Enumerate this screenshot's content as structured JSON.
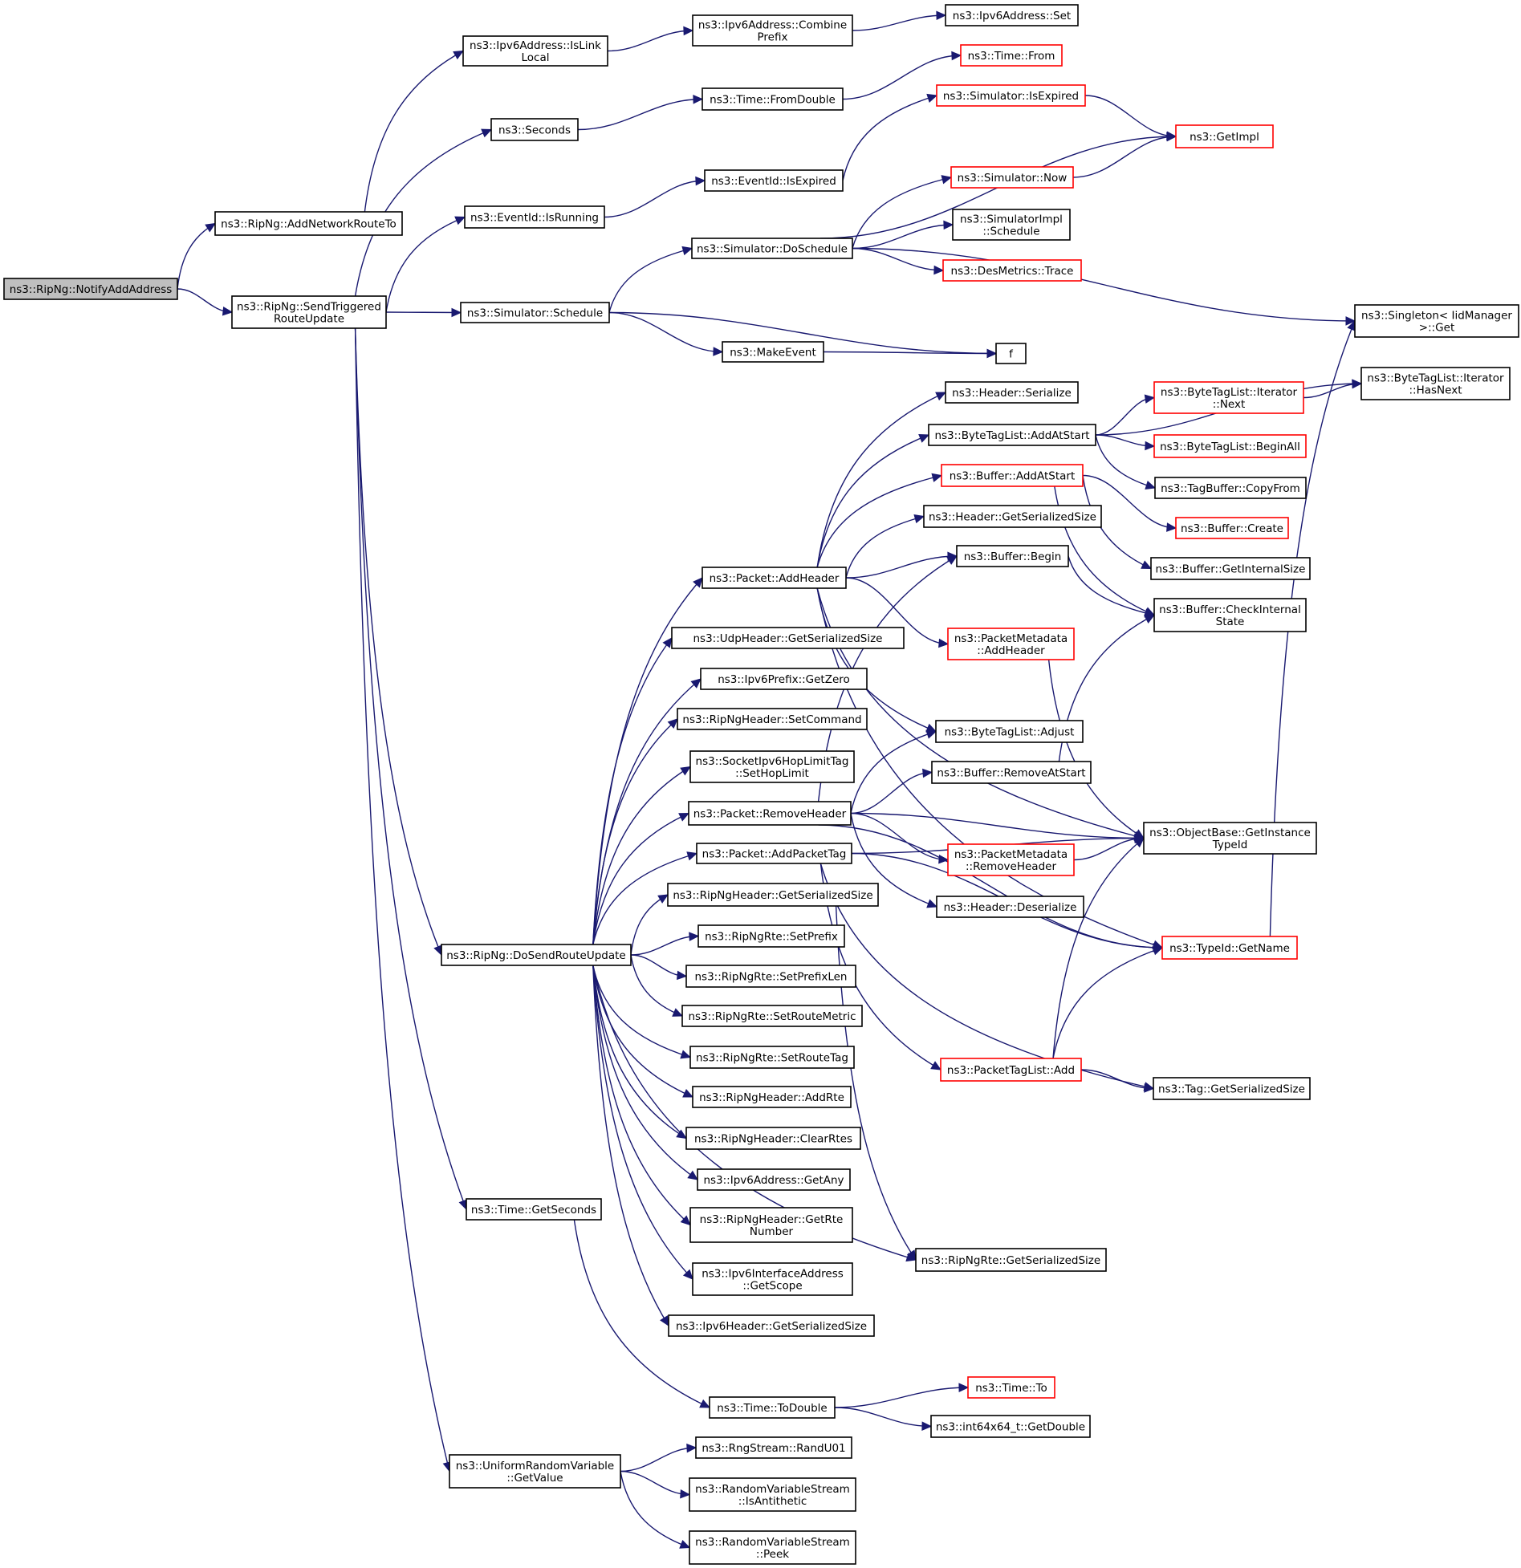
{
  "diagram": {
    "title": "Call graph for ns3::RipNg::NotifyAddAddress",
    "colors": {
      "edge": "#191970",
      "root_fill": "#bfbfbf",
      "node_fill": "#ffffff",
      "node_border": "#000000",
      "undocumented_border": "#ff0000"
    },
    "nodes": [
      {
        "id": "notify",
        "lines": [
          "ns3::RipNg::NotifyAddAddress"
        ],
        "style": "root"
      },
      {
        "id": "addnet",
        "lines": [
          "ns3::RipNg::AddNetworkRouteTo"
        ],
        "style": "normal"
      },
      {
        "id": "sendtrig",
        "lines": [
          "ns3::RipNg::SendTriggered",
          "RouteUpdate"
        ],
        "style": "normal"
      },
      {
        "id": "islinklocal",
        "lines": [
          "ns3::Ipv6Address::IsLink",
          "Local"
        ],
        "style": "normal"
      },
      {
        "id": "seconds",
        "lines": [
          "ns3::Seconds"
        ],
        "style": "normal"
      },
      {
        "id": "isrunning",
        "lines": [
          "ns3::EventId::IsRunning"
        ],
        "style": "normal"
      },
      {
        "id": "simschedule",
        "lines": [
          "ns3::Simulator::Schedule"
        ],
        "style": "normal"
      },
      {
        "id": "combine",
        "lines": [
          "ns3::Ipv6Address::Combine",
          "Prefix"
        ],
        "style": "normal"
      },
      {
        "id": "fromdouble",
        "lines": [
          "ns3::Time::FromDouble"
        ],
        "style": "normal"
      },
      {
        "id": "evexpired",
        "lines": [
          "ns3::EventId::IsExpired"
        ],
        "style": "normal"
      },
      {
        "id": "doschedule",
        "lines": [
          "ns3::Simulator::DoSchedule"
        ],
        "style": "normal"
      },
      {
        "id": "makeevent",
        "lines": [
          "ns3::MakeEvent"
        ],
        "style": "normal"
      },
      {
        "id": "f",
        "lines": [
          "f"
        ],
        "style": "normal"
      },
      {
        "id": "ipv6set",
        "lines": [
          "ns3::Ipv6Address::Set"
        ],
        "style": "normal"
      },
      {
        "id": "timefrom",
        "lines": [
          "ns3::Time::From"
        ],
        "style": "red"
      },
      {
        "id": "simexpired",
        "lines": [
          "ns3::Simulator::IsExpired"
        ],
        "style": "red"
      },
      {
        "id": "getimpl",
        "lines": [
          "ns3::GetImpl"
        ],
        "style": "red"
      },
      {
        "id": "simnow",
        "lines": [
          "ns3::Simulator::Now"
        ],
        "style": "red"
      },
      {
        "id": "simimplsched",
        "lines": [
          "ns3::SimulatorImpl",
          "::Schedule"
        ],
        "style": "normal"
      },
      {
        "id": "desmetrics",
        "lines": [
          "ns3::DesMetrics::Trace"
        ],
        "style": "red"
      },
      {
        "id": "singleton",
        "lines": [
          "ns3::Singleton< IidManager",
          ">::Get"
        ],
        "style": "normal"
      },
      {
        "id": "hasnext",
        "lines": [
          "ns3::ByteTagList::Iterator",
          "::HasNext"
        ],
        "style": "normal"
      },
      {
        "id": "hdrserialize",
        "lines": [
          "ns3::Header::Serialize"
        ],
        "style": "normal"
      },
      {
        "id": "btladdatstart",
        "lines": [
          "ns3::ByteTagList::AddAtStart"
        ],
        "style": "normal"
      },
      {
        "id": "itnext",
        "lines": [
          "ns3::ByteTagList::Iterator",
          "::Next"
        ],
        "style": "red"
      },
      {
        "id": "beginall",
        "lines": [
          "ns3::ByteTagList::BeginAll"
        ],
        "style": "red"
      },
      {
        "id": "bufaddatstart",
        "lines": [
          "ns3::Buffer::AddAtStart"
        ],
        "style": "red"
      },
      {
        "id": "copyfrom",
        "lines": [
          "ns3::TagBuffer::CopyFrom"
        ],
        "style": "normal"
      },
      {
        "id": "bufcreate",
        "lines": [
          "ns3::Buffer::Create"
        ],
        "style": "red"
      },
      {
        "id": "hdrgetsize",
        "lines": [
          "ns3::Header::GetSerializedSize"
        ],
        "style": "normal"
      },
      {
        "id": "bufbegin",
        "lines": [
          "ns3::Buffer::Begin"
        ],
        "style": "normal"
      },
      {
        "id": "bufinternalsize",
        "lines": [
          "ns3::Buffer::GetInternalSize"
        ],
        "style": "normal"
      },
      {
        "id": "bufcheck",
        "lines": [
          "ns3::Buffer::CheckInternal",
          "State"
        ],
        "style": "normal"
      },
      {
        "id": "pktaddheader",
        "lines": [
          "ns3::Packet::AddHeader"
        ],
        "style": "normal"
      },
      {
        "id": "pmaddheader",
        "lines": [
          "ns3::PacketMetadata",
          "::AddHeader"
        ],
        "style": "red"
      },
      {
        "id": "udpsize",
        "lines": [
          "ns3::UdpHeader::GetSerializedSize"
        ],
        "style": "normal"
      },
      {
        "id": "getzero",
        "lines": [
          "ns3::Ipv6Prefix::GetZero"
        ],
        "style": "normal"
      },
      {
        "id": "setcommand",
        "lines": [
          "ns3::RipNgHeader::SetCommand"
        ],
        "style": "normal"
      },
      {
        "id": "sethoplimit",
        "lines": [
          "ns3::SocketIpv6HopLimitTag",
          "::SetHopLimit"
        ],
        "style": "normal"
      },
      {
        "id": "btladjust",
        "lines": [
          "ns3::ByteTagList::Adjust"
        ],
        "style": "normal"
      },
      {
        "id": "bufremove",
        "lines": [
          "ns3::Buffer::RemoveAtStart"
        ],
        "style": "normal"
      },
      {
        "id": "pktremoveheader",
        "lines": [
          "ns3::Packet::RemoveHeader"
        ],
        "style": "normal"
      },
      {
        "id": "getinstancetypeid",
        "lines": [
          "ns3::ObjectBase::GetInstance",
          "TypeId"
        ],
        "style": "normal"
      },
      {
        "id": "addpackettag",
        "lines": [
          "ns3::Packet::AddPacketTag"
        ],
        "style": "normal"
      },
      {
        "id": "pmremoveheader",
        "lines": [
          "ns3::PacketMetadata",
          "::RemoveHeader"
        ],
        "style": "red"
      },
      {
        "id": "ripnghdrsize",
        "lines": [
          "ns3::RipNgHeader::GetSerializedSize"
        ],
        "style": "normal"
      },
      {
        "id": "hdrdeserialize",
        "lines": [
          "ns3::Header::Deserialize"
        ],
        "style": "normal"
      },
      {
        "id": "dosend",
        "lines": [
          "ns3::RipNg::DoSendRouteUpdate"
        ],
        "style": "normal"
      },
      {
        "id": "setprefix",
        "lines": [
          "ns3::RipNgRte::SetPrefix"
        ],
        "style": "normal"
      },
      {
        "id": "getname",
        "lines": [
          "ns3::TypeId::GetName"
        ],
        "style": "red"
      },
      {
        "id": "setprefixlen",
        "lines": [
          "ns3::RipNgRte::SetPrefixLen"
        ],
        "style": "normal"
      },
      {
        "id": "setroutemetric",
        "lines": [
          "ns3::RipNgRte::SetRouteMetric"
        ],
        "style": "normal"
      },
      {
        "id": "setroutetag",
        "lines": [
          "ns3::RipNgRte::SetRouteTag"
        ],
        "style": "normal"
      },
      {
        "id": "ptladd",
        "lines": [
          "ns3::PacketTagList::Add"
        ],
        "style": "red"
      },
      {
        "id": "taggetsize",
        "lines": [
          "ns3::Tag::GetSerializedSize"
        ],
        "style": "normal"
      },
      {
        "id": "addrte",
        "lines": [
          "ns3::RipNgHeader::AddRte"
        ],
        "style": "normal"
      },
      {
        "id": "clearrtes",
        "lines": [
          "ns3::RipNgHeader::ClearRtes"
        ],
        "style": "normal"
      },
      {
        "id": "getany",
        "lines": [
          "ns3::Ipv6Address::GetAny"
        ],
        "style": "normal"
      },
      {
        "id": "getrtenumber",
        "lines": [
          "ns3::RipNgHeader::GetRte",
          "Number"
        ],
        "style": "normal"
      },
      {
        "id": "getscope",
        "lines": [
          "ns3::Ipv6InterfaceAddress",
          "::GetScope"
        ],
        "style": "normal"
      },
      {
        "id": "ipv6hdrsize",
        "lines": [
          "ns3::Ipv6Header::GetSerializedSize"
        ],
        "style": "normal"
      },
      {
        "id": "getseconds",
        "lines": [
          "ns3::Time::GetSeconds"
        ],
        "style": "normal"
      },
      {
        "id": "rtesize",
        "lines": [
          "ns3::RipNgRte::GetSerializedSize"
        ],
        "style": "normal"
      },
      {
        "id": "timeto",
        "lines": [
          "ns3::Time::To"
        ],
        "style": "red"
      },
      {
        "id": "todouble",
        "lines": [
          "ns3::Time::ToDouble"
        ],
        "style": "normal"
      },
      {
        "id": "getdouble",
        "lines": [
          "ns3::int64x64_t::GetDouble"
        ],
        "style": "normal"
      },
      {
        "id": "randu01",
        "lines": [
          "ns3::RngStream::RandU01"
        ],
        "style": "normal"
      },
      {
        "id": "uniformgetvalue",
        "lines": [
          "ns3::UniformRandomVariable",
          "::GetValue"
        ],
        "style": "normal"
      },
      {
        "id": "isantithetic",
        "lines": [
          "ns3::RandomVariableStream",
          "::IsAntithetic"
        ],
        "style": "normal"
      },
      {
        "id": "peek",
        "lines": [
          "ns3::RandomVariableStream",
          "::Peek"
        ],
        "style": "normal"
      }
    ],
    "edges": [
      [
        "notify",
        "addnet"
      ],
      [
        "notify",
        "sendtrig"
      ],
      [
        "addnet",
        "islinklocal"
      ],
      [
        "islinklocal",
        "combine"
      ],
      [
        "combine",
        "ipv6set"
      ],
      [
        "sendtrig",
        "seconds"
      ],
      [
        "sendtrig",
        "isrunning"
      ],
      [
        "sendtrig",
        "simschedule"
      ],
      [
        "sendtrig",
        "dosend"
      ],
      [
        "sendtrig",
        "getseconds"
      ],
      [
        "sendtrig",
        "uniformgetvalue"
      ],
      [
        "seconds",
        "fromdouble"
      ],
      [
        "fromdouble",
        "timefrom"
      ],
      [
        "isrunning",
        "evexpired"
      ],
      [
        "evexpired",
        "simexpired"
      ],
      [
        "simexpired",
        "getimpl"
      ],
      [
        "simschedule",
        "doschedule"
      ],
      [
        "simschedule",
        "makeevent"
      ],
      [
        "simschedule",
        "f"
      ],
      [
        "makeevent",
        "f"
      ],
      [
        "doschedule",
        "getimpl"
      ],
      [
        "doschedule",
        "simnow"
      ],
      [
        "doschedule",
        "simimplsched"
      ],
      [
        "doschedule",
        "desmetrics"
      ],
      [
        "doschedule",
        "singleton"
      ],
      [
        "simnow",
        "getimpl"
      ],
      [
        "pktaddheader",
        "hdrserialize"
      ],
      [
        "pktaddheader",
        "btladdatstart"
      ],
      [
        "pktaddheader",
        "bufaddatstart"
      ],
      [
        "pktaddheader",
        "hdrgetsize"
      ],
      [
        "pktaddheader",
        "bufbegin"
      ],
      [
        "pktaddheader",
        "pmaddheader"
      ],
      [
        "pktaddheader",
        "btladjust"
      ],
      [
        "pktaddheader",
        "getinstancetypeid"
      ],
      [
        "pktaddheader",
        "getname"
      ],
      [
        "btladdatstart",
        "itnext"
      ],
      [
        "btladdatstart",
        "beginall"
      ],
      [
        "btladdatstart",
        "copyfrom"
      ],
      [
        "btladdatstart",
        "hasnext"
      ],
      [
        "itnext",
        "hasnext"
      ],
      [
        "bufaddatstart",
        "bufcreate"
      ],
      [
        "bufaddatstart",
        "bufinternalsize"
      ],
      [
        "bufaddatstart",
        "bufcheck"
      ],
      [
        "bufbegin",
        "bufcheck"
      ],
      [
        "bufremove",
        "bufcheck"
      ],
      [
        "pmaddheader",
        "getinstancetypeid"
      ],
      [
        "pktremoveheader",
        "bufbegin"
      ],
      [
        "pktremoveheader",
        "btladjust"
      ],
      [
        "pktremoveheader",
        "bufremove"
      ],
      [
        "pktremoveheader",
        "getinstancetypeid"
      ],
      [
        "pktremoveheader",
        "pmremoveheader"
      ],
      [
        "pktremoveheader",
        "hdrdeserialize"
      ],
      [
        "pktremoveheader",
        "getname"
      ],
      [
        "pmremoveheader",
        "getinstancetypeid"
      ],
      [
        "addpackettag",
        "getinstancetypeid"
      ],
      [
        "addpackettag",
        "getname"
      ],
      [
        "addpackettag",
        "ptladd"
      ],
      [
        "addpackettag",
        "taggetsize"
      ],
      [
        "ptladd",
        "getinstancetypeid"
      ],
      [
        "ptladd",
        "getname"
      ],
      [
        "ptladd",
        "taggetsize"
      ],
      [
        "getname",
        "singleton"
      ],
      [
        "ripnghdrsize",
        "rtesize"
      ],
      [
        "dosend",
        "pktaddheader"
      ],
      [
        "dosend",
        "udpsize"
      ],
      [
        "dosend",
        "getzero"
      ],
      [
        "dosend",
        "setcommand"
      ],
      [
        "dosend",
        "sethoplimit"
      ],
      [
        "dosend",
        "pktremoveheader"
      ],
      [
        "dosend",
        "addpackettag"
      ],
      [
        "dosend",
        "ripnghdrsize"
      ],
      [
        "dosend",
        "setprefix"
      ],
      [
        "dosend",
        "setprefixlen"
      ],
      [
        "dosend",
        "setroutemetric"
      ],
      [
        "dosend",
        "setroutetag"
      ],
      [
        "dosend",
        "addrte"
      ],
      [
        "dosend",
        "clearrtes"
      ],
      [
        "dosend",
        "getany"
      ],
      [
        "dosend",
        "getrtenumber"
      ],
      [
        "dosend",
        "getscope"
      ],
      [
        "dosend",
        "ipv6hdrsize"
      ],
      [
        "dosend",
        "rtesize"
      ],
      [
        "getseconds",
        "todouble"
      ],
      [
        "todouble",
        "timeto"
      ],
      [
        "todouble",
        "getdouble"
      ],
      [
        "uniformgetvalue",
        "randu01"
      ],
      [
        "uniformgetvalue",
        "isantithetic"
      ],
      [
        "uniformgetvalue",
        "peek"
      ]
    ]
  }
}
